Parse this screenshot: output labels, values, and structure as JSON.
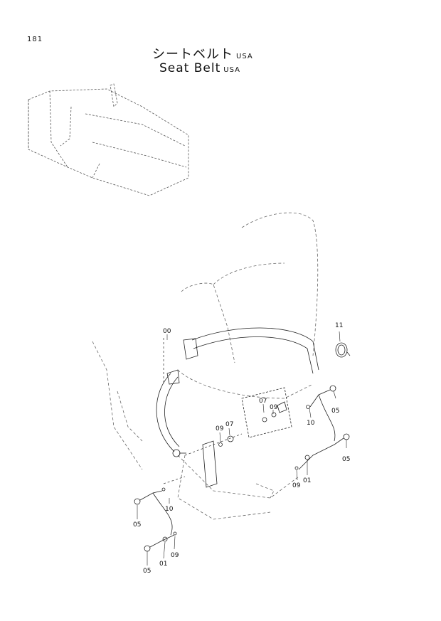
{
  "page_number": "181",
  "title": {
    "japanese": "シートベルト",
    "japanese_suffix": "USA",
    "english": "Seat Belt",
    "english_suffix": "USA"
  },
  "callouts": {
    "c00": "00",
    "c11": "11",
    "c07a": "07",
    "c09a": "09",
    "c05a": "05",
    "c10a": "10",
    "c09b": "09",
    "c07b": "07",
    "c05b": "05",
    "c09c": "09",
    "c01a": "01",
    "c10b": "10",
    "c05c": "05",
    "c09d": "09",
    "c05d": "05",
    "c01b": "01"
  }
}
